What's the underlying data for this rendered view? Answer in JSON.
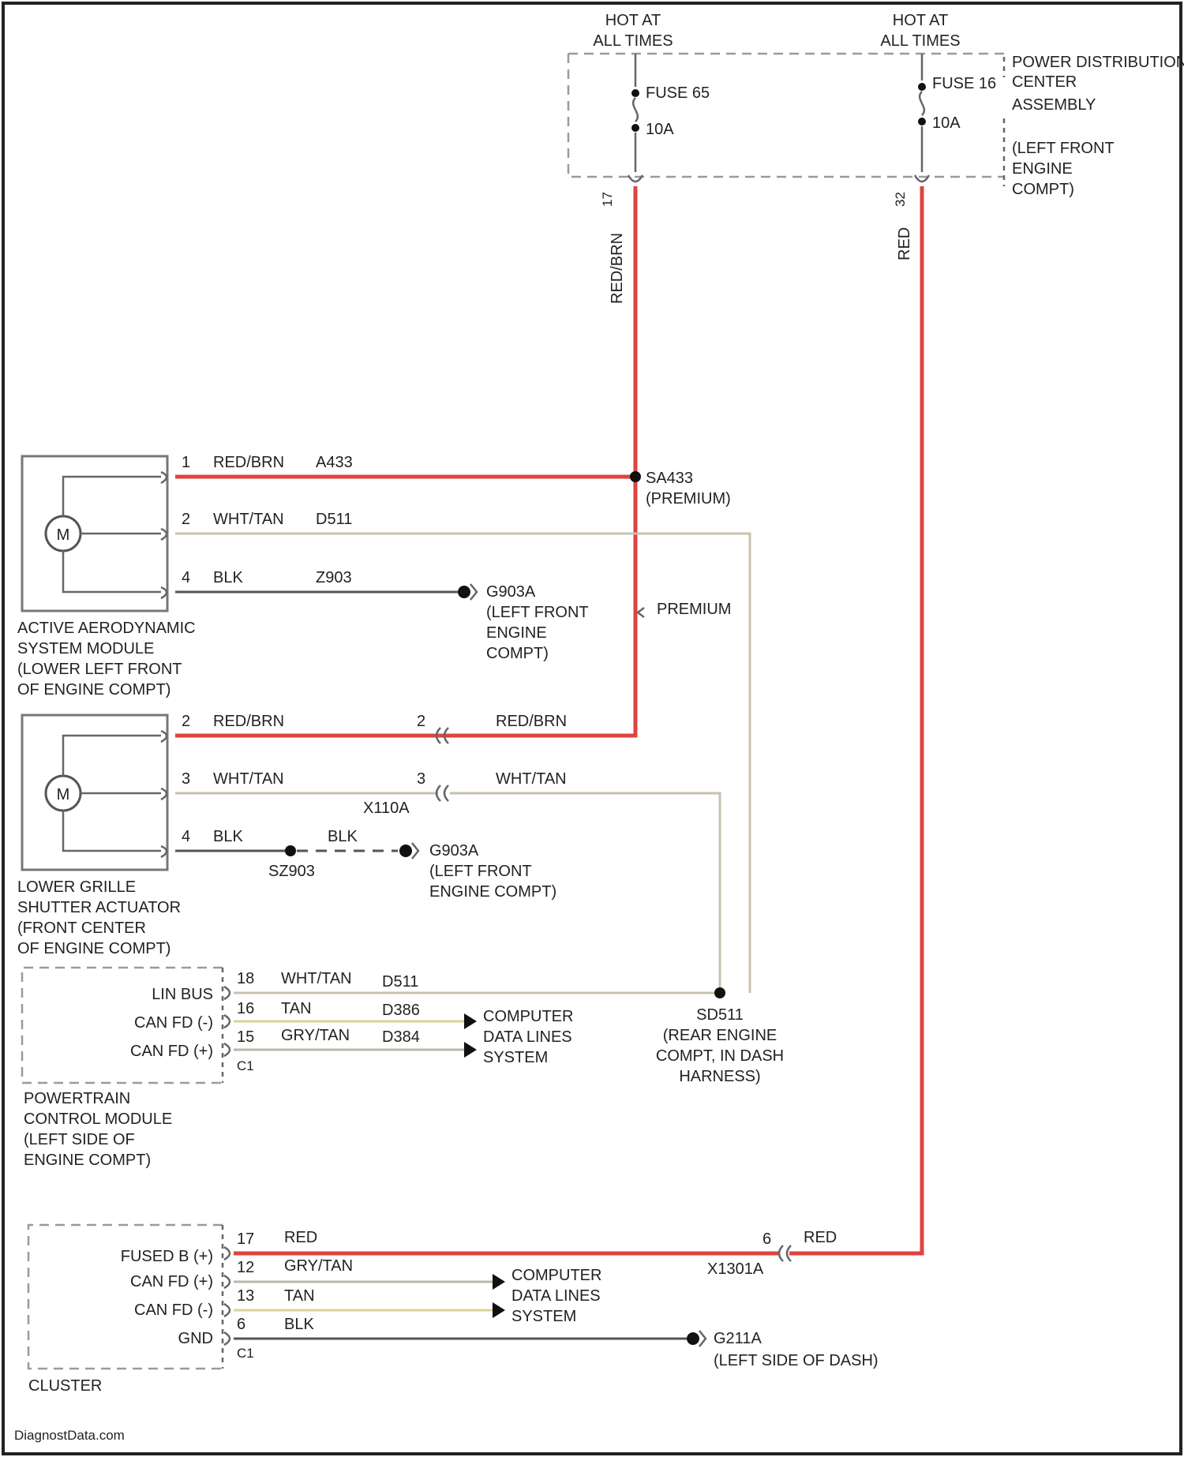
{
  "power": {
    "hot1": [
      "HOT AT",
      "ALL TIMES"
    ],
    "hot2": [
      "HOT AT",
      "ALL TIMES"
    ],
    "fuse65": "FUSE 65",
    "fuse65_amp": "10A",
    "fuse16": "FUSE 16",
    "fuse16_amp": "10A",
    "pin_left": "17",
    "pin_right": "32",
    "pdc_lines": [
      "POWER DISTRIBUTION",
      "CENTER",
      "ASSEMBLY",
      "(LEFT FRONT",
      "ENGINE",
      "COMPT)"
    ]
  },
  "riser_wires": {
    "left": "RED/BRN",
    "right": "RED"
  },
  "splice": {
    "label": [
      "SA433",
      "(PREMIUM)"
    ],
    "premium": "PREMIUM"
  },
  "aero": {
    "pin1": "1",
    "w1": "RED/BRN",
    "c1": "A433",
    "pin2": "2",
    "w2": "WHT/TAN",
    "c2": "D511",
    "pin4": "4",
    "w4": "BLK",
    "c4": "Z903",
    "ground": [
      "G903A",
      "(LEFT FRONT",
      "ENGINE",
      "COMPT)"
    ],
    "label": [
      "ACTIVE AERODYNAMIC",
      "SYSTEM MODULE",
      "(LOWER LEFT FRONT",
      "OF ENGINE COMPT)"
    ],
    "motor": "M"
  },
  "grille": {
    "pin2": "2",
    "w2": "RED/BRN",
    "conn2": "2",
    "w2b": "RED/BRN",
    "pin3": "3",
    "w3": "WHT/TAN",
    "conn3": "3",
    "w3b": "WHT/TAN",
    "connector": "X110A",
    "pin4": "4",
    "w4": "BLK",
    "w4b": "BLK",
    "splice": "SZ903",
    "ground": [
      "G903A",
      "(LEFT FRONT",
      "ENGINE COMPT)"
    ],
    "label": [
      "LOWER GRILLE",
      "SHUTTER ACTUATOR",
      "(FRONT CENTER",
      "OF ENGINE COMPT)"
    ],
    "motor": "M"
  },
  "pcm": {
    "rows": [
      {
        "label": "LIN BUS",
        "pin": "18",
        "wire": "WHT/TAN",
        "circuit": "D511"
      },
      {
        "label": "CAN FD (-)",
        "pin": "16",
        "wire": "TAN",
        "circuit": "D386"
      },
      {
        "label": "CAN FD (+)",
        "pin": "15",
        "wire": "GRY/TAN",
        "circuit": "D384"
      }
    ],
    "conn": "C1",
    "dest": [
      "COMPUTER",
      "DATA LINES",
      "SYSTEM"
    ],
    "label": [
      "POWERTRAIN",
      "CONTROL MODULE",
      "(LEFT SIDE OF",
      "ENGINE COMPT)"
    ]
  },
  "splice2": {
    "label": [
      "SD511",
      "(REAR ENGINE",
      "COMPT, IN DASH",
      "HARNESS)"
    ]
  },
  "cluster": {
    "rows": [
      {
        "label": "FUSED B (+)",
        "pin": "17",
        "wire": "RED"
      },
      {
        "label": "CAN FD (+)",
        "pin": "12",
        "wire": "GRY/TAN"
      },
      {
        "label": "CAN FD (-)",
        "pin": "13",
        "wire": "TAN"
      },
      {
        "label": "GND",
        "pin": "6",
        "wire": "BLK"
      }
    ],
    "conn": "C1",
    "inline_pin": "6",
    "inline_wire": "RED",
    "inline_conn": "X1301A",
    "dest": [
      "COMPUTER",
      "DATA LINES",
      "SYSTEM"
    ],
    "ground": [
      "G211A",
      "(LEFT SIDE OF DASH)"
    ],
    "label": "CLUSTER"
  },
  "footer": "DiagnostData.com"
}
